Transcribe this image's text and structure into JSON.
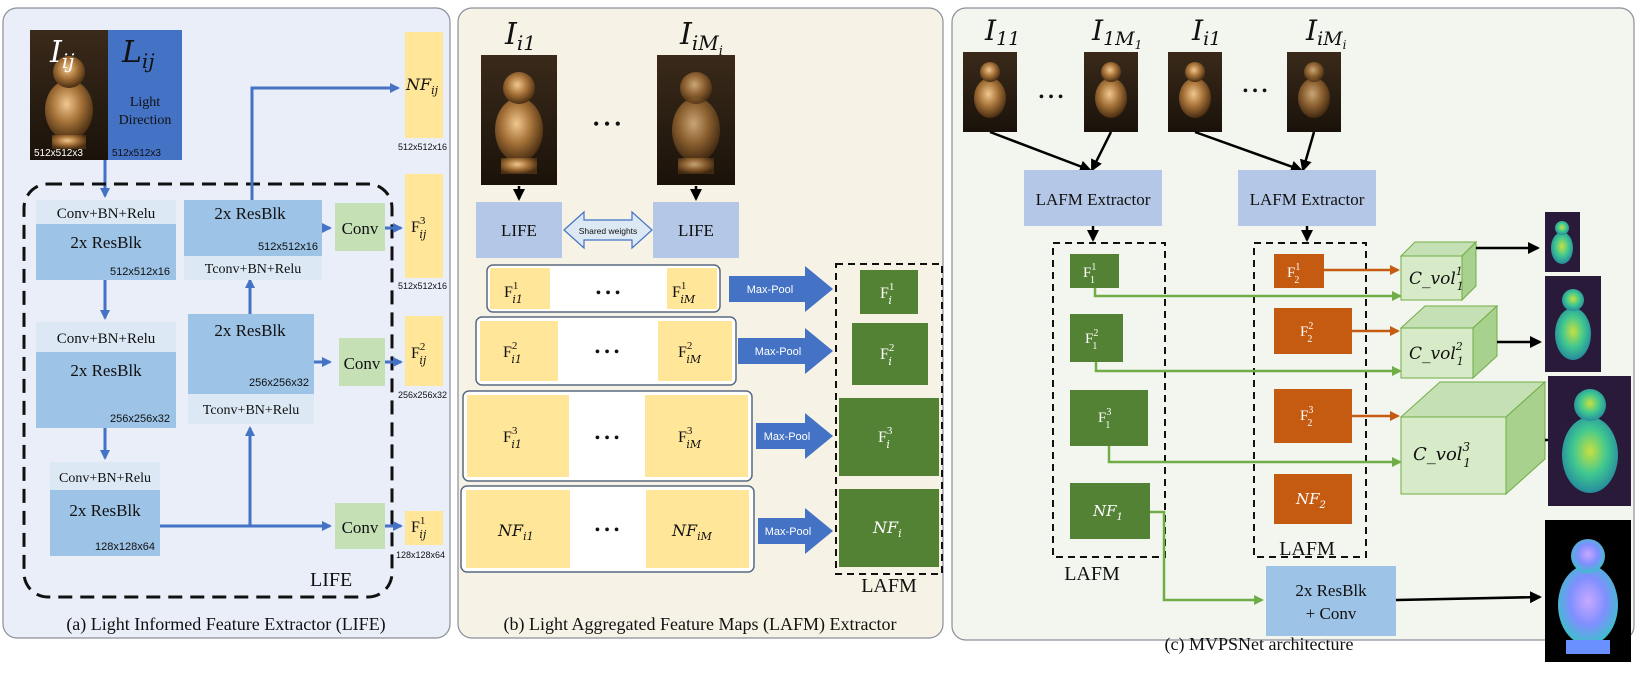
{
  "colors": {
    "panel_a_bg": "#e9eef8",
    "panel_b_bg": "#f6f2e6",
    "panel_c_bg": "#f3f6ee",
    "blue_dark": "#4a76c6",
    "blue_block": "#9dc3e6",
    "blue_light": "#dce9f5",
    "green_conv": "#c5e0b4",
    "yellow_feat": "#ffe699",
    "green_dark": "#548235",
    "orange": "#c55a11",
    "green_cube": "#a9d18e",
    "arrow_blue": "#4472c4",
    "arrow_green": "#70ad47",
    "arrow_orange": "#c55a11"
  },
  "panel_a": {
    "caption": "(a) Light Informed Feature Extractor (LIFE)",
    "input_image_label": "I",
    "input_image_sub": "ij",
    "input_image_size": "512x512x3",
    "light_label": "L",
    "light_sub": "ij",
    "light_text_1": "Light",
    "light_text_2": "Direction",
    "light_size": "512x512x3",
    "enc1_top": "Conv+BN+Relu",
    "enc1_block": "2x ResBlk",
    "enc1_size": "512x512x16",
    "enc2_top": "Conv+BN+Relu",
    "enc2_block": "2x ResBlk",
    "enc2_size": "256x256x32",
    "enc3_top": "Conv+BN+Relu",
    "enc3_block": "2x ResBlk",
    "enc3_size": "128x128x64",
    "dec1_block": "2x ResBlk",
    "dec1_size": "512x512x16",
    "dec1_bottom": "Tconv+BN+Relu",
    "dec2_block": "2x ResBlk",
    "dec2_size": "256x256x32",
    "dec2_bottom": "Tconv+BN+Relu",
    "conv_label": "Conv",
    "nf_label": "NF",
    "nf_sub": "ij",
    "nf_size": "512x512x16",
    "f3_label": "F",
    "f3_sup": "3",
    "f3_sub": "ij",
    "f3_size": "512x512x16",
    "f2_label": "F",
    "f2_sup": "2",
    "f2_sub": "ij",
    "f2_size": "256x256x32",
    "f1_label": "F",
    "f1_sup": "1",
    "f1_sub": "ij",
    "f1_size": "128x128x64",
    "life_label": "LIFE"
  },
  "panel_b": {
    "caption": "(b) Light Aggregated Feature Maps (LAFM) Extractor",
    "img1_label": "I",
    "img1_sub": "i1",
    "img2_label": "I",
    "img2_sub": "iM",
    "img2_subsub": "i",
    "dots": "• • •",
    "life1": "LIFE",
    "life2": "LIFE",
    "shared": "Shared weights",
    "maxpool": "Max-Pool",
    "lafm_label": "LAFM",
    "rows": [
      {
        "left": "F",
        "sup": "1",
        "left_sub": "i1",
        "right_sub": "iM",
        "out_sub": "i"
      },
      {
        "left": "F",
        "sup": "2",
        "left_sub": "i1",
        "right_sub": "iM",
        "out_sub": "i"
      },
      {
        "left": "F",
        "sup": "3",
        "left_sub": "i1",
        "right_sub": "iM",
        "out_sub": "i"
      },
      {
        "left": "NF",
        "sup": "",
        "left_sub": "i1",
        "right_sub": "iM",
        "out_sub": "i"
      }
    ]
  },
  "panel_c": {
    "caption": "(c) MVPSNet architecture",
    "img_labels": [
      {
        "label": "I",
        "sub": "11"
      },
      {
        "label": "I",
        "sub": "1M",
        "subsub": "1"
      },
      {
        "label": "I",
        "sub": "i1"
      },
      {
        "label": "I",
        "sub": "iM",
        "subsub": "i"
      }
    ],
    "dots": "• • •",
    "lafm_extractor": "LAFM Extractor",
    "lafm_label": "LAFM",
    "left_feats": [
      {
        "label": "F",
        "sup": "1",
        "sub": "1"
      },
      {
        "label": "F",
        "sup": "2",
        "sub": "1"
      },
      {
        "label": "F",
        "sup": "3",
        "sub": "1"
      },
      {
        "label": "NF",
        "sup": "",
        "sub": "1"
      }
    ],
    "right_feats": [
      {
        "label": "F",
        "sup": "1",
        "sub": "2"
      },
      {
        "label": "F",
        "sup": "2",
        "sub": "2"
      },
      {
        "label": "F",
        "sup": "3",
        "sub": "2"
      },
      {
        "label": "NF",
        "sup": "",
        "sub": "2"
      }
    ],
    "cvol_label": "C_vol",
    "cvol_sub": "1",
    "cvol_sups": [
      "1",
      "2",
      "3"
    ],
    "resblk_1": "2x ResBlk",
    "resblk_2": "+ Conv"
  }
}
